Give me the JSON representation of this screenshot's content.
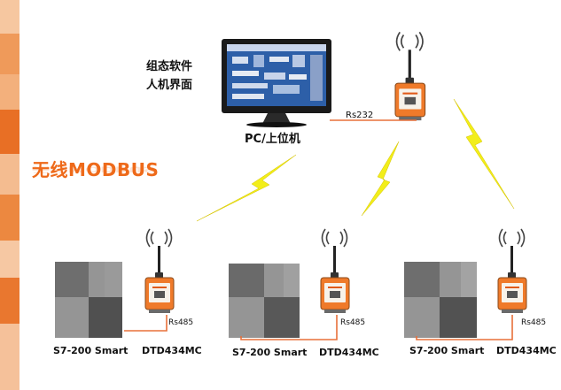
{
  "software_label_line1": "组态软件",
  "software_label_line2": "人机界面",
  "pc_label": "PC/上位机",
  "wireless_title": "无线MODBUS",
  "link_rs232": "Rs232",
  "link_rs485": "Rs485",
  "plc_label": "S7-200 Smart",
  "device_label": "DTD434MC",
  "colors": {
    "accent": "#ee6a1a",
    "cable": "#e8703a",
    "lightning": "#f2ee1a",
    "device": "#ef7a2a"
  }
}
